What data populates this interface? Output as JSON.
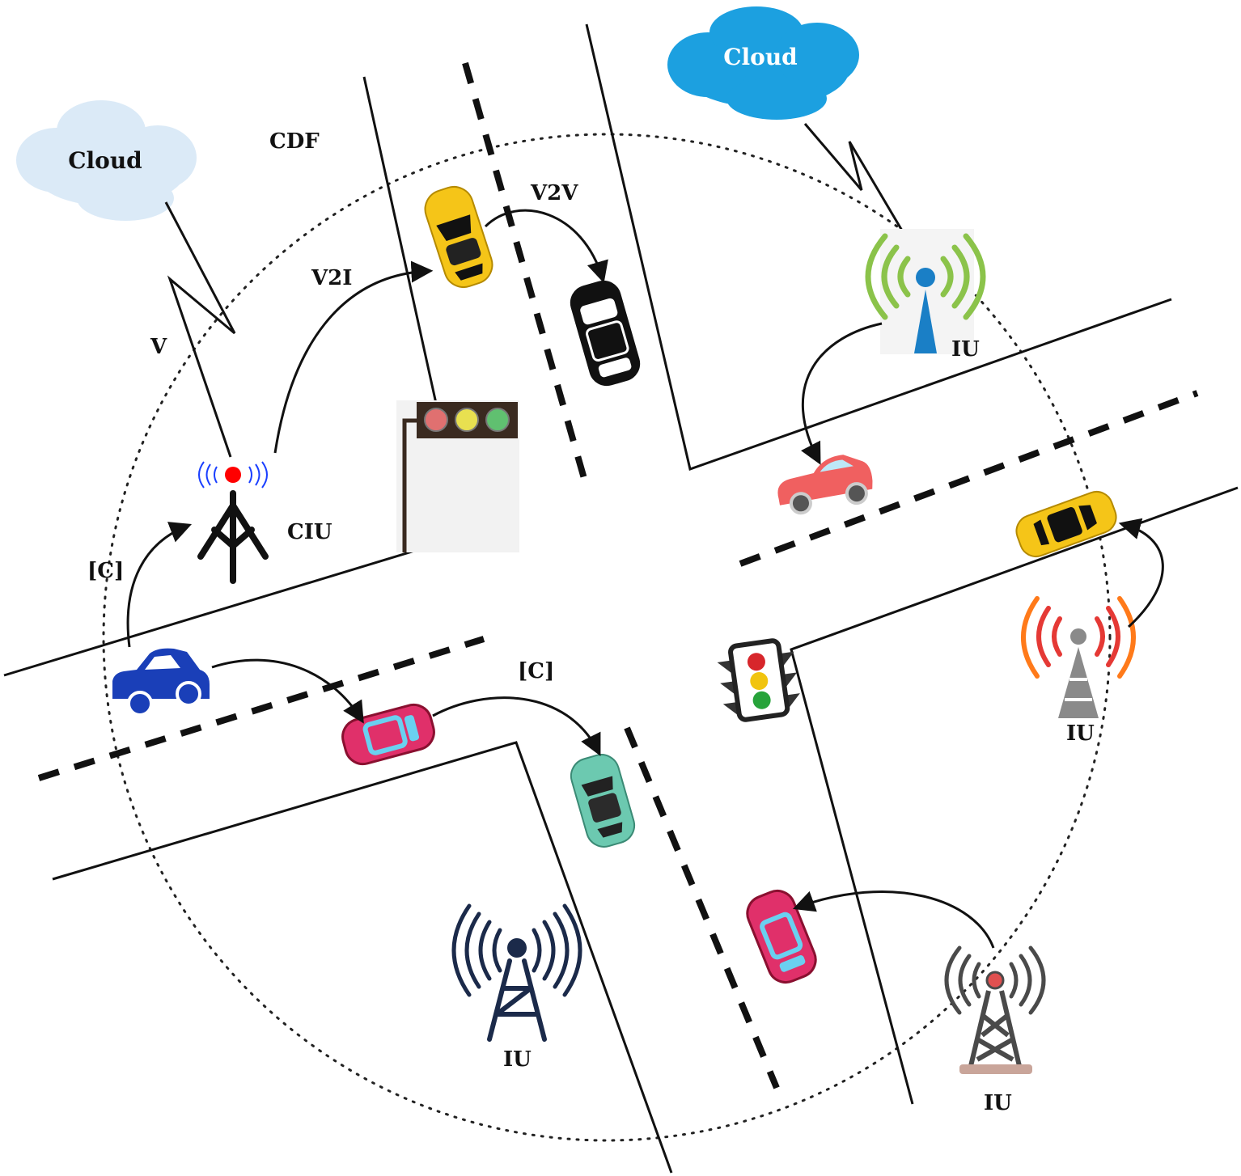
{
  "labels": {
    "cloud_left": "Cloud",
    "cloud_right": "Cloud",
    "cdf": "CDF",
    "v2v": "V2V",
    "v2i": "V2I",
    "v": "V",
    "ciu": "CIU",
    "c_left": "[C]",
    "c_mid": "[C]",
    "iu_top_right": "IU",
    "iu_right": "IU",
    "iu_bottom_mid": "IU",
    "iu_bottom_right": "IU"
  },
  "colors": {
    "cloud_left": "#dbeaf7",
    "cloud_right": "#1ca0e0",
    "car_yellow": "#f5c518",
    "car_black": "#111111",
    "car_red": "#f06060",
    "car_yellow_right": "#f5c518",
    "car_blue": "#1a3fb8",
    "car_pink": "#e0306a",
    "car_teal": "#6cc9b0",
    "tower_green": "#8bc34a",
    "tower_blue": "#1a7fc6",
    "tower_orange": "#ff7a1a",
    "tower_red": "#e53935",
    "tower_gray": "#8a8a8a",
    "tower_navy": "#1b2a4a",
    "tower_dark": "#4a4a4a",
    "ciu_red": "#ff0000",
    "ciu_blue": "#1a3fff"
  },
  "icons": [
    "cloud-icon",
    "antenna-icon",
    "traffic-light-icon",
    "car-icon",
    "tower-icon"
  ]
}
